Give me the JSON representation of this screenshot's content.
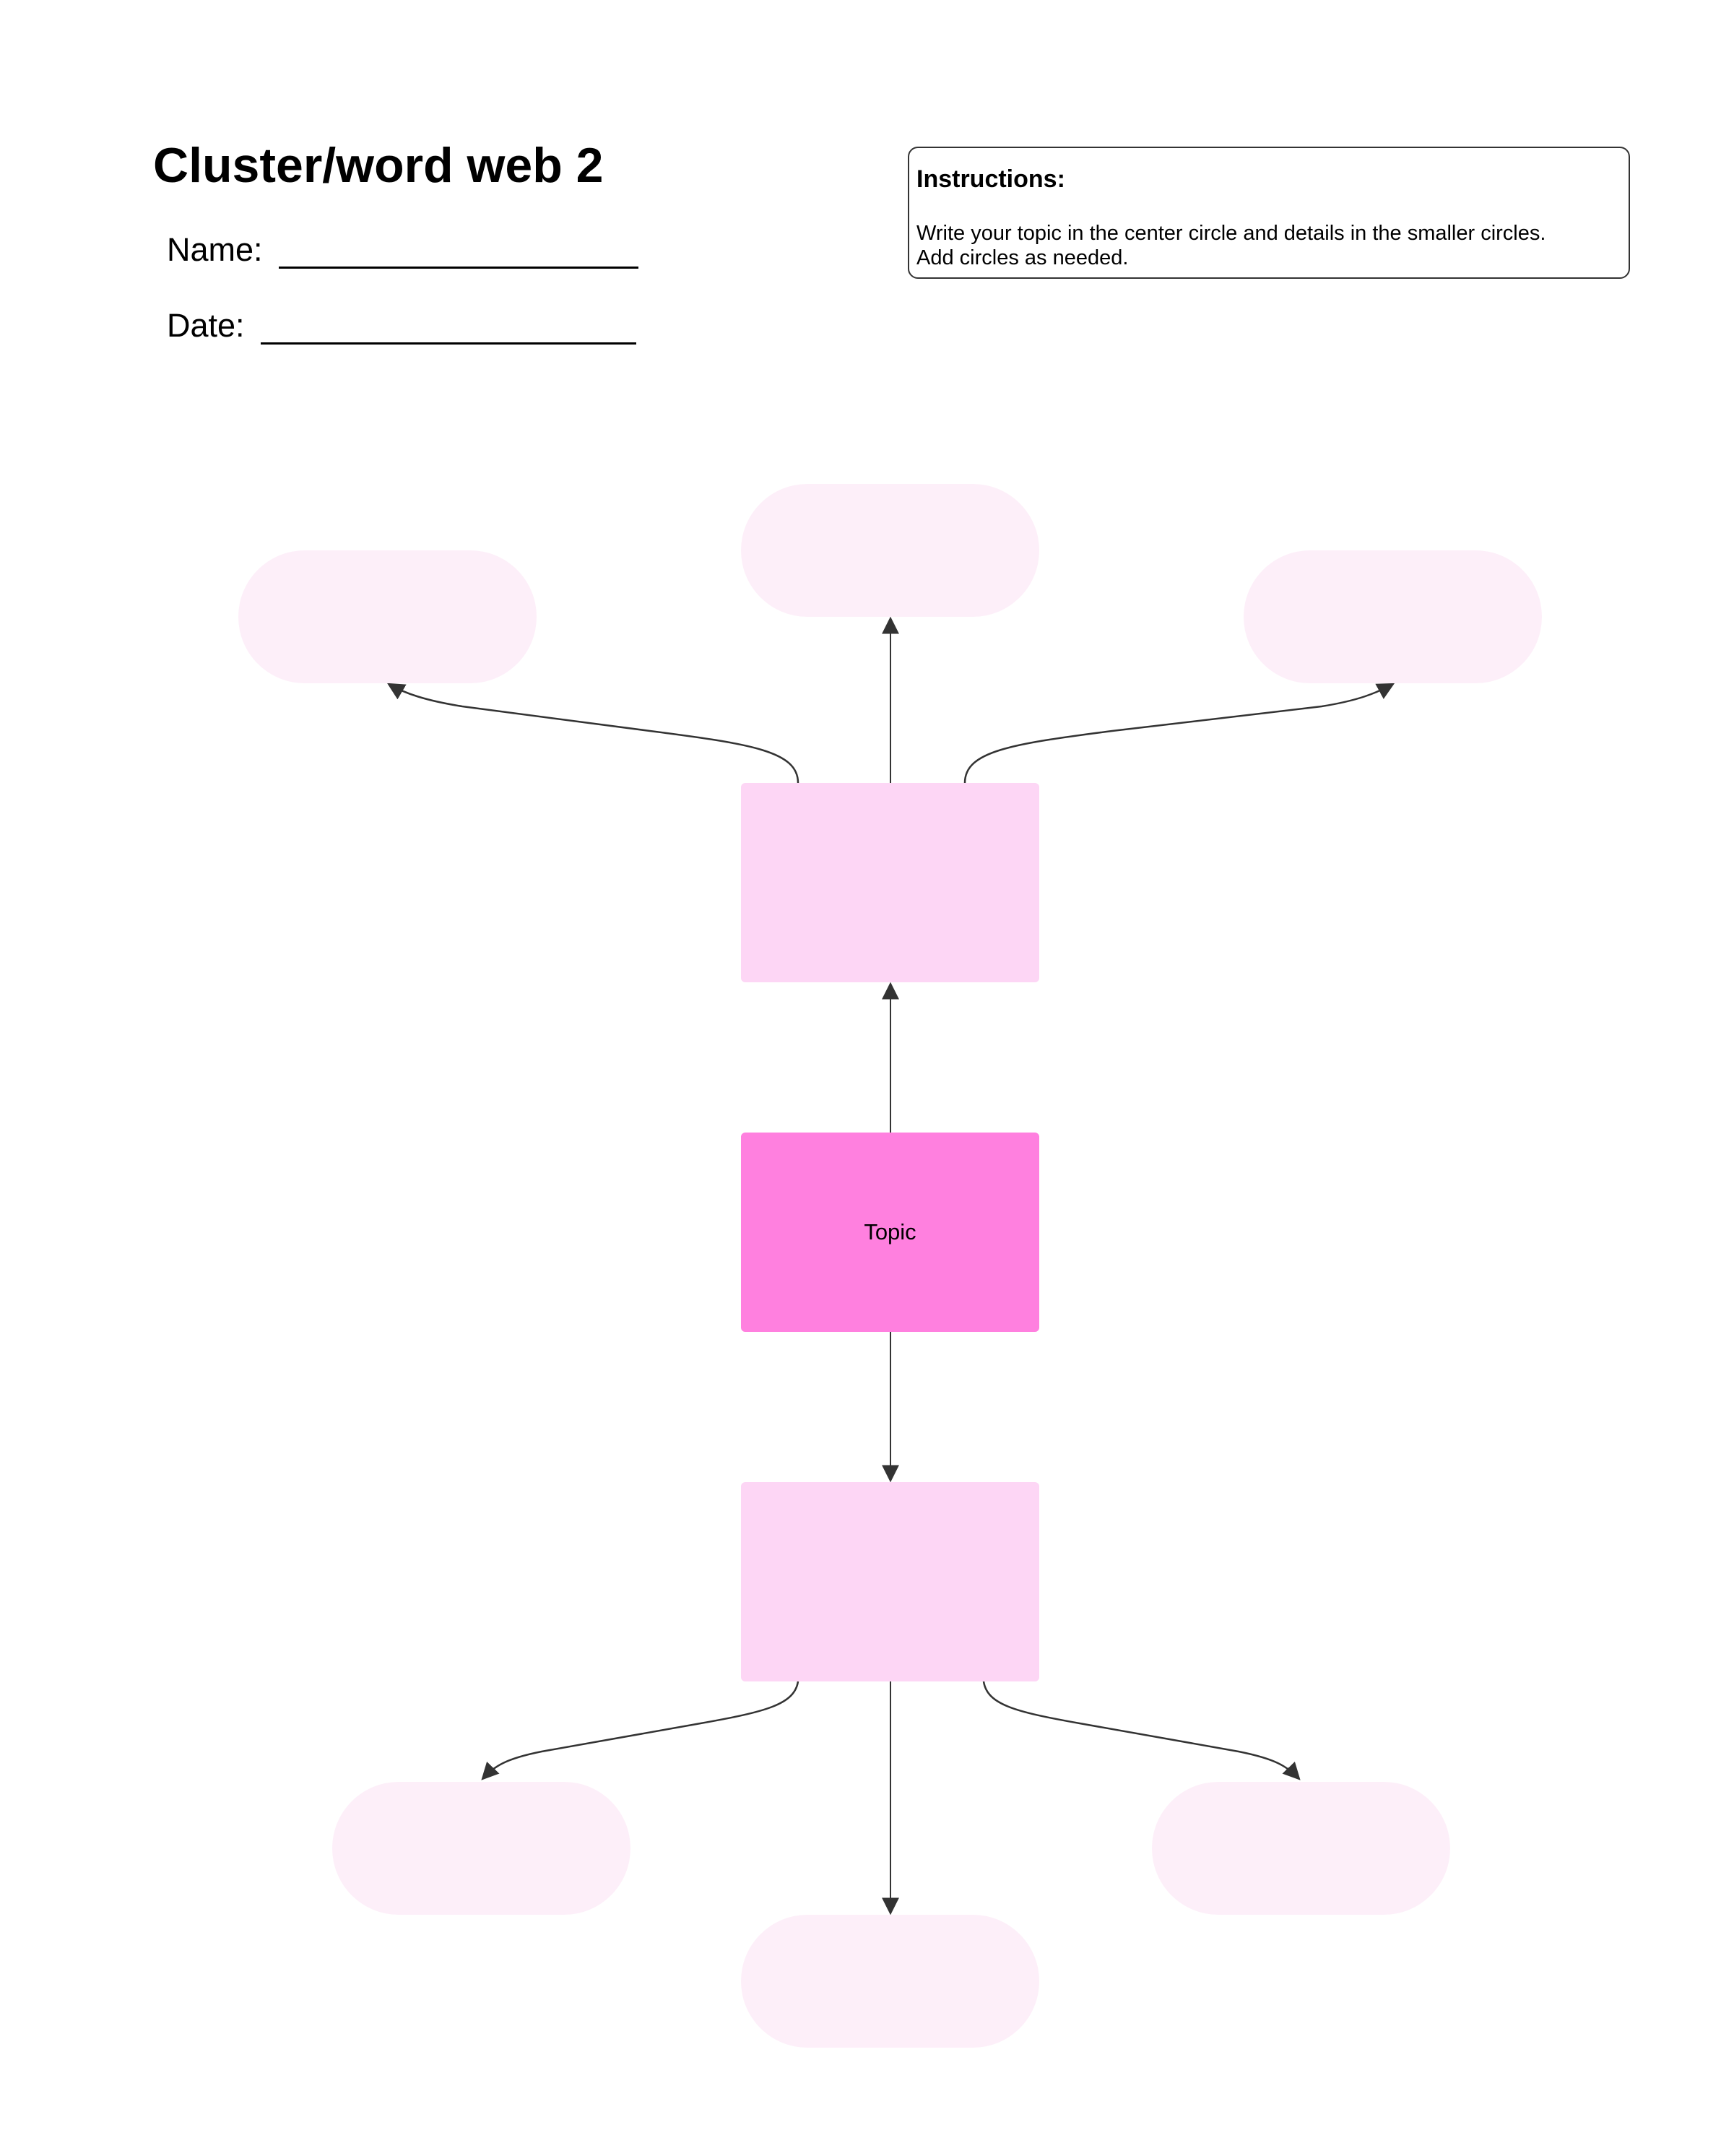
{
  "header": {
    "title": "Cluster/word web 2",
    "name_label": "Name:",
    "date_label": "Date:"
  },
  "instructions": {
    "heading": "Instructions:",
    "line1": "Write your topic in the center circle and details in the smaller circles.",
    "line2": "Add circles as needed."
  },
  "diagram": {
    "topic_label": "Topic",
    "colors": {
      "topic": "#ff80df",
      "subtopic": "#fdd6f5",
      "detail": "#fdeff9",
      "edge": "#333333"
    }
  }
}
